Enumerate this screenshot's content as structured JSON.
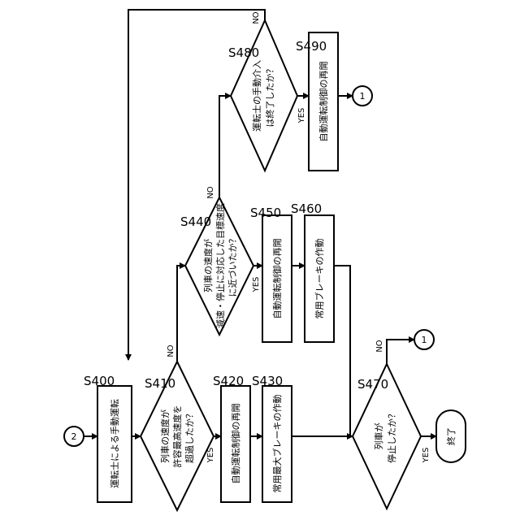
{
  "connectors": {
    "start": "2",
    "to1_a": "1",
    "to1_b": "1"
  },
  "steps": {
    "s400": {
      "id": "S400",
      "text": "運転士による手動運転"
    },
    "s410": {
      "id": "S410",
      "line1": "列車の速度が",
      "line2": "許容最高速度を",
      "line3": "超過したか？"
    },
    "s420": {
      "id": "S420",
      "text": "自動運転制御の再開"
    },
    "s430": {
      "id": "S430",
      "text": "常用最大ブレーキの作動"
    },
    "s440": {
      "id": "S440",
      "line1": "列車の速度が",
      "line2": "減速・停止に対応した目標速度",
      "line3": "に近づいたか？"
    },
    "s450": {
      "id": "S450",
      "text": "自動運転制御の再開"
    },
    "s460": {
      "id": "S460",
      "text": "常用ブレーキの作動"
    },
    "s470": {
      "id": "S470",
      "line1": "列車が",
      "line2": "停止したか？"
    },
    "s480": {
      "id": "S480",
      "line1": "運転士の手動介入",
      "line2": "は終了したか？"
    },
    "s490": {
      "id": "S490",
      "text": "自動運転制御の再開"
    },
    "end": {
      "text": "終了"
    }
  },
  "edge_labels": {
    "yes": "YES",
    "no": "NO"
  }
}
